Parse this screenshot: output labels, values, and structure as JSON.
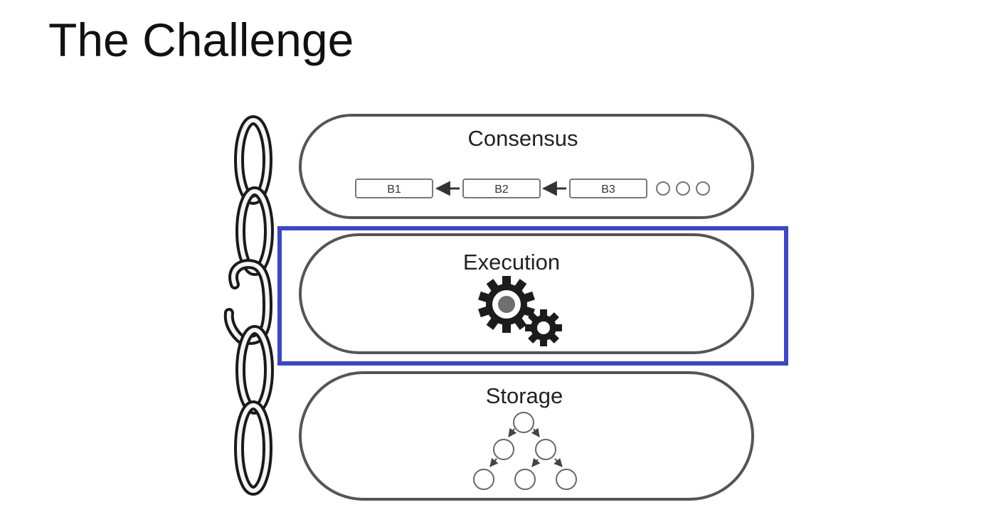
{
  "slide": {
    "title": "The Challenge"
  },
  "layers": [
    {
      "label": "Consensus",
      "icon": "block-chain-icon"
    },
    {
      "label": "Execution",
      "icon": "gears-icon",
      "highlighted": true
    },
    {
      "label": "Storage",
      "icon": "tree-icon"
    }
  ],
  "blocks": [
    "B1",
    "B2",
    "B3"
  ],
  "colors": {
    "highlight": "#3c46c8",
    "outline": "#555555",
    "gear": "#1c1c1c",
    "gear_center": "#777777"
  }
}
